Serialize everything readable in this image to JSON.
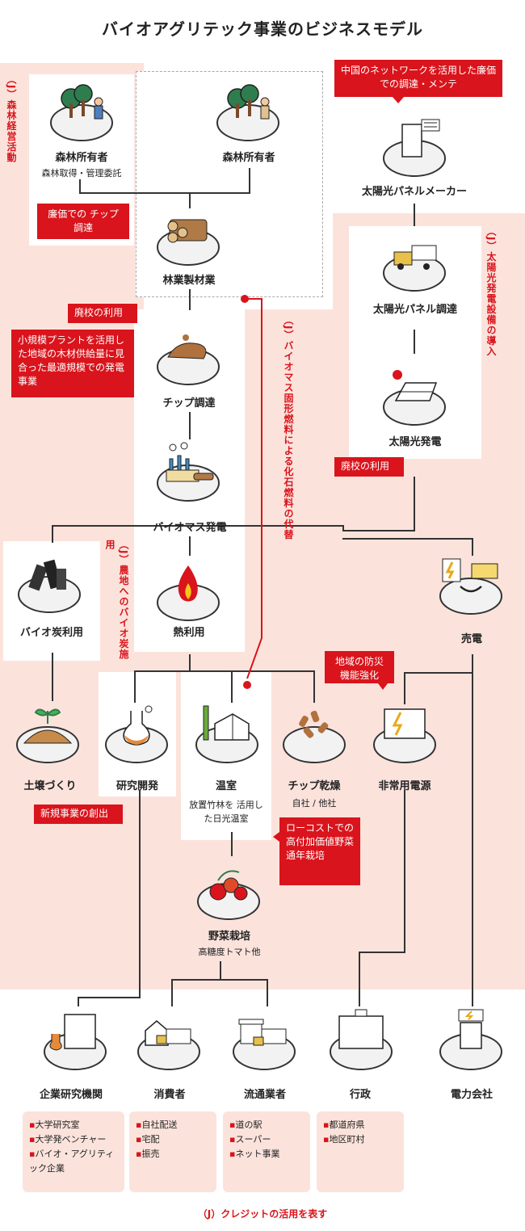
{
  "title": "バイオアグリテック事業のビジネスモデル",
  "side_labels": {
    "forest_mgmt": "（J）森林経営活動",
    "solar_equipment": "（J）太陽光発電設備の導入",
    "biomass_fuel": "（J）バイオマス固形燃料による化石燃料の代替",
    "farmland": "（J）農地へのバイオ炭施用"
  },
  "callouts": {
    "china_network": "中国のネットワークを活用した廉価での調達・メンテ",
    "cheap_chips": "廉価での チップ調達",
    "closed_school_1": "廃校の利用",
    "small_plant": "小規模プラントを活用した地域の木材供給量に見合った最適規模での発電事業",
    "closed_school_2": "廃校の利用",
    "disaster": "地域の防災 機能強化",
    "new_business": "新規事業の創出",
    "low_cost": "ローコストでの高付加価値野菜通年栽培"
  },
  "nodes": {
    "forest_owner1": {
      "label": "森林所有者",
      "sub": "森林取得・管理委託"
    },
    "forest_owner2": {
      "label": "森林所有者"
    },
    "lumber": {
      "label": "林業製材業"
    },
    "solar_maker": {
      "label": "太陽光パネルメーカー"
    },
    "solar_procure": {
      "label": "太陽光パネル調達"
    },
    "solar_gen": {
      "label": "太陽光発電"
    },
    "chip_procure": {
      "label": "チップ調達"
    },
    "biomass_gen": {
      "label": "バイオマス発電"
    },
    "heat_use": {
      "label": "熱利用"
    },
    "biochar": {
      "label": "バイオ炭利用"
    },
    "sell_power": {
      "label": "売電"
    },
    "soil": {
      "label": "土壌づくり"
    },
    "research": {
      "label": "研究開発"
    },
    "greenhouse": {
      "label": "温室",
      "sub": "放置竹林を 活用した日光温室"
    },
    "chip_dry": {
      "label": "チップ乾燥",
      "sub": "自社 / 他社"
    },
    "emergency": {
      "label": "非常用電源"
    },
    "vegetables": {
      "label": "野菜栽培",
      "sub": "高糖度トマト他"
    },
    "corp_research": {
      "label": "企業研究機関"
    },
    "consumers": {
      "label": "消費者"
    },
    "distributors": {
      "label": "流通業者"
    },
    "government": {
      "label": "行政"
    },
    "power_company": {
      "label": "電力会社"
    }
  },
  "lists": {
    "corp_research": [
      "大学研究室",
      "大学発ベンチャー",
      "バイオ・アグリティック企業"
    ],
    "consumers": [
      "自社配送",
      "宅配",
      "振売"
    ],
    "distributors": [
      "道の駅",
      "スーパー",
      "ネット事業"
    ],
    "government": [
      "都道府県",
      "地区町村"
    ]
  },
  "footer": "（J）クレジットの活用を表す",
  "colors": {
    "accent": "#d9141c",
    "pink": "#fbe3dc",
    "line": "#333333"
  }
}
